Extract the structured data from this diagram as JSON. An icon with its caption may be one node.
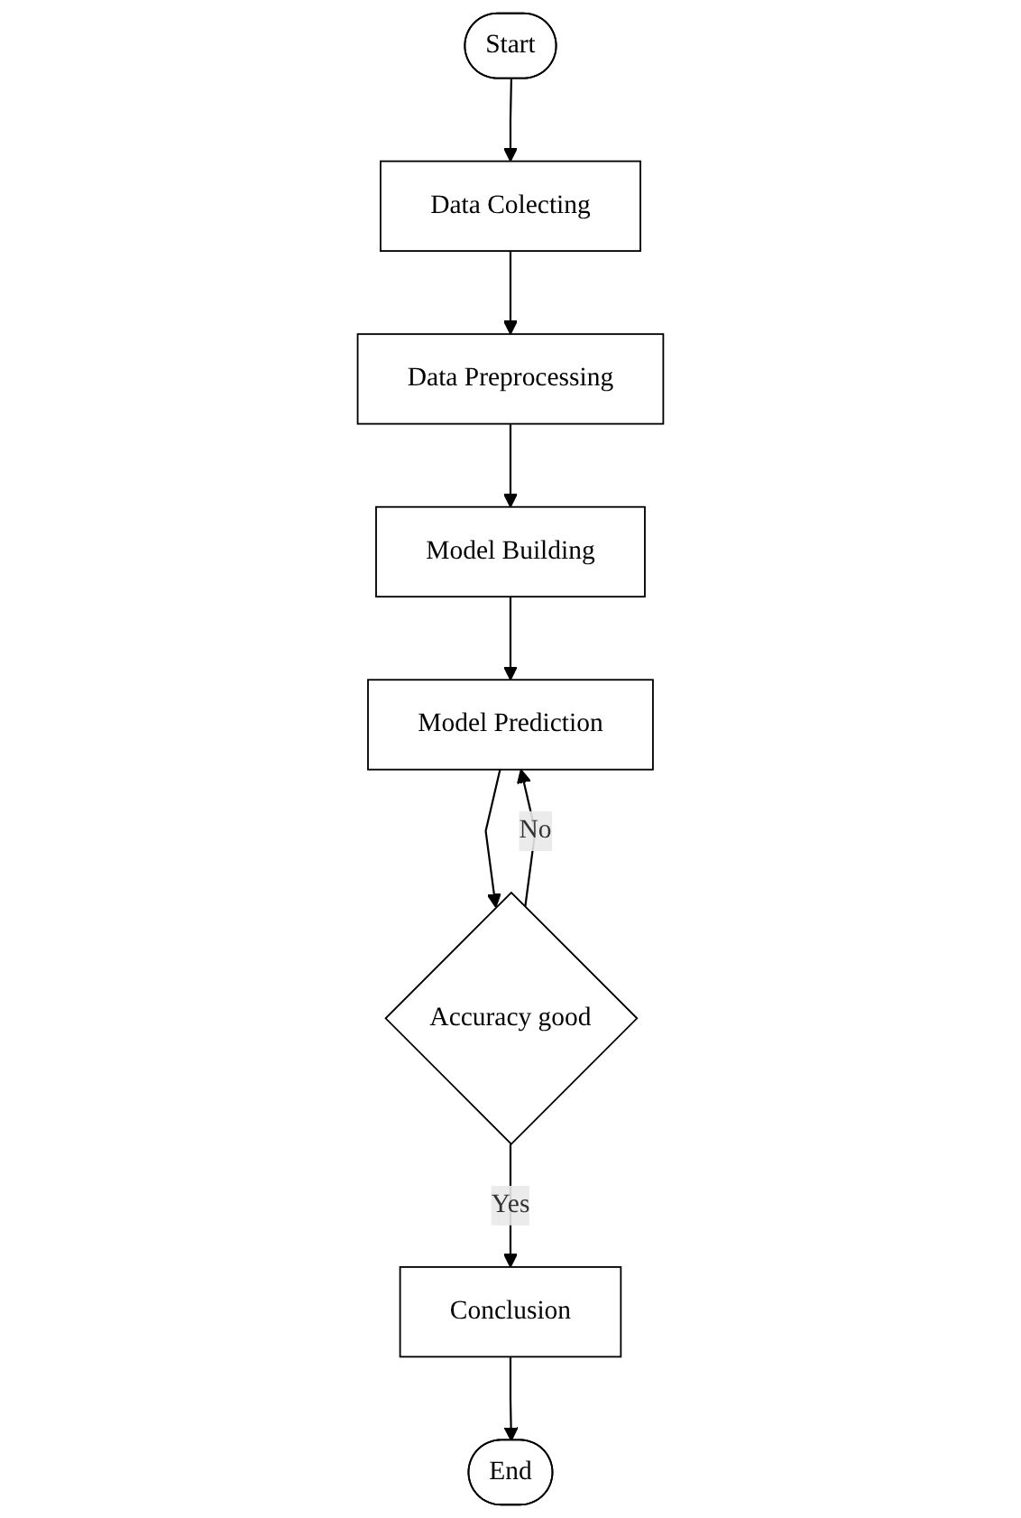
{
  "diagram": {
    "nodes": [
      {
        "text": [
          "Start"
        ]
      },
      {
        "text": [
          "Data Colecting"
        ]
      },
      {
        "text": [
          "Data Preprocessing"
        ]
      },
      {
        "text": [
          "Model Building"
        ]
      },
      {
        "text": [
          "Model Prediction"
        ]
      },
      {
        "text": [
          "Accuracy good"
        ]
      },
      {
        "text": [
          "Conclusion"
        ]
      },
      {
        "text": [
          "End"
        ]
      }
    ],
    "edges": [
      {
        "from": 0,
        "to": 1,
        "arrow": "to"
      },
      {
        "from": 1,
        "to": 2,
        "arrow": "to"
      },
      {
        "from": 2,
        "to": 3,
        "arrow": "to"
      },
      {
        "from": 3,
        "to": 4,
        "arrow": "to"
      },
      {
        "from": 4,
        "to": 5,
        "arrow": "to"
      },
      {
        "from": 5,
        "to": 6,
        "label": "Yes",
        "arrow": "to"
      },
      {
        "from": 5,
        "to": 4,
        "label": "No",
        "arrow": "to"
      },
      {
        "from": 6,
        "to": 7,
        "arrow": "to"
      }
    ]
  }
}
